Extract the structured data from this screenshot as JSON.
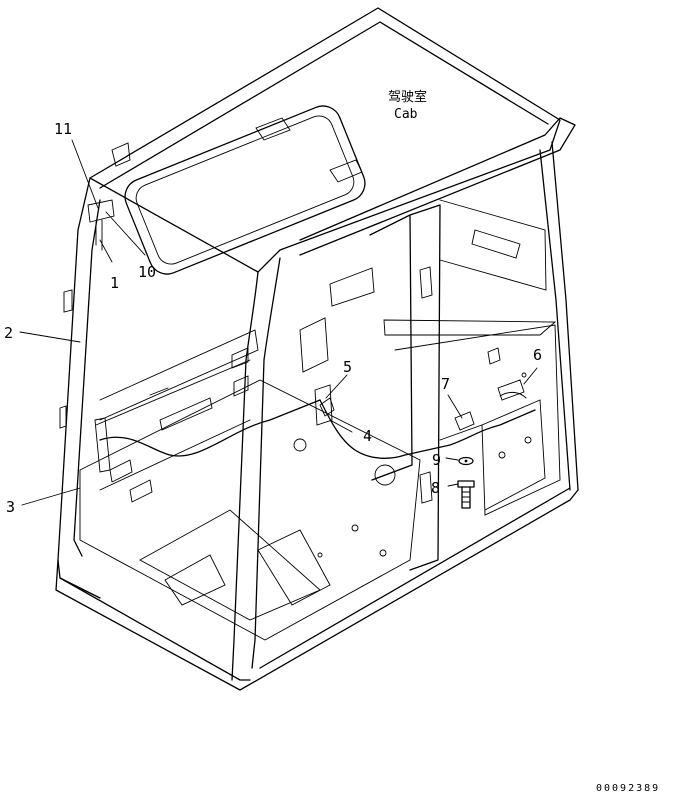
{
  "title": {
    "name_cn": "驾驶室",
    "name_en": "Cab"
  },
  "callouts": [
    "1",
    "2",
    "3",
    "4",
    "5",
    "6",
    "7",
    "8",
    "9",
    "10",
    "11"
  ],
  "document_number": "00092389"
}
